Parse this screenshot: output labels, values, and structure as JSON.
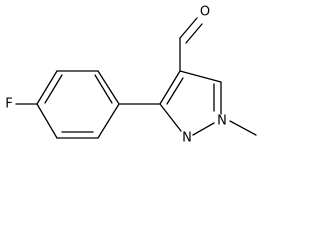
{
  "molecule": {
    "atoms": {
      "fluorine": "F",
      "aldehyde_oxygen": "O",
      "pyrazole_n1": "N",
      "pyrazole_n2": "N"
    }
  }
}
